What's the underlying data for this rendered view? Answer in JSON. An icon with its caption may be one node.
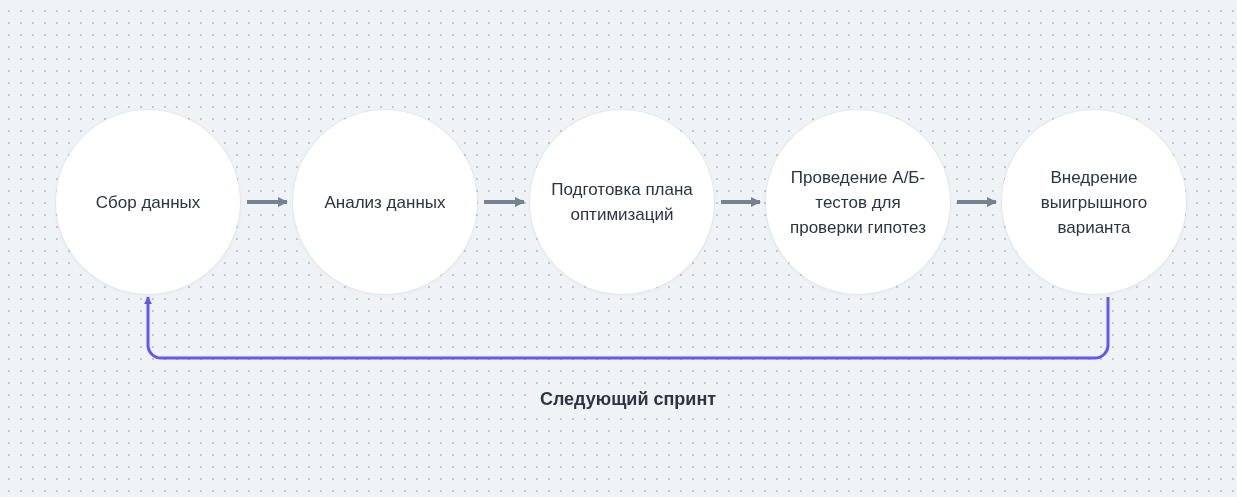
{
  "diagram": {
    "nodes": [
      {
        "text": [
          "Сбор данных"
        ]
      },
      {
        "text": [
          "Анализ данных"
        ]
      },
      {
        "text": [
          "Подготовка плана оптимизаций"
        ]
      },
      {
        "text": [
          "Проведение А/Б-тестов для проверки гипотез"
        ]
      },
      {
        "text": [
          "Внедрение выигрышного варианта"
        ]
      }
    ],
    "edges": [
      {
        "from": 0,
        "to": 1,
        "arrow": "to"
      },
      {
        "from": 1,
        "to": 2,
        "arrow": "to"
      },
      {
        "from": 2,
        "to": 3,
        "arrow": "to"
      },
      {
        "from": 3,
        "to": 4,
        "arrow": "to"
      },
      {
        "from": 4,
        "to": 0,
        "arrow": "to",
        "label": "Следующий спринт",
        "color": "#6358ee"
      }
    ]
  }
}
